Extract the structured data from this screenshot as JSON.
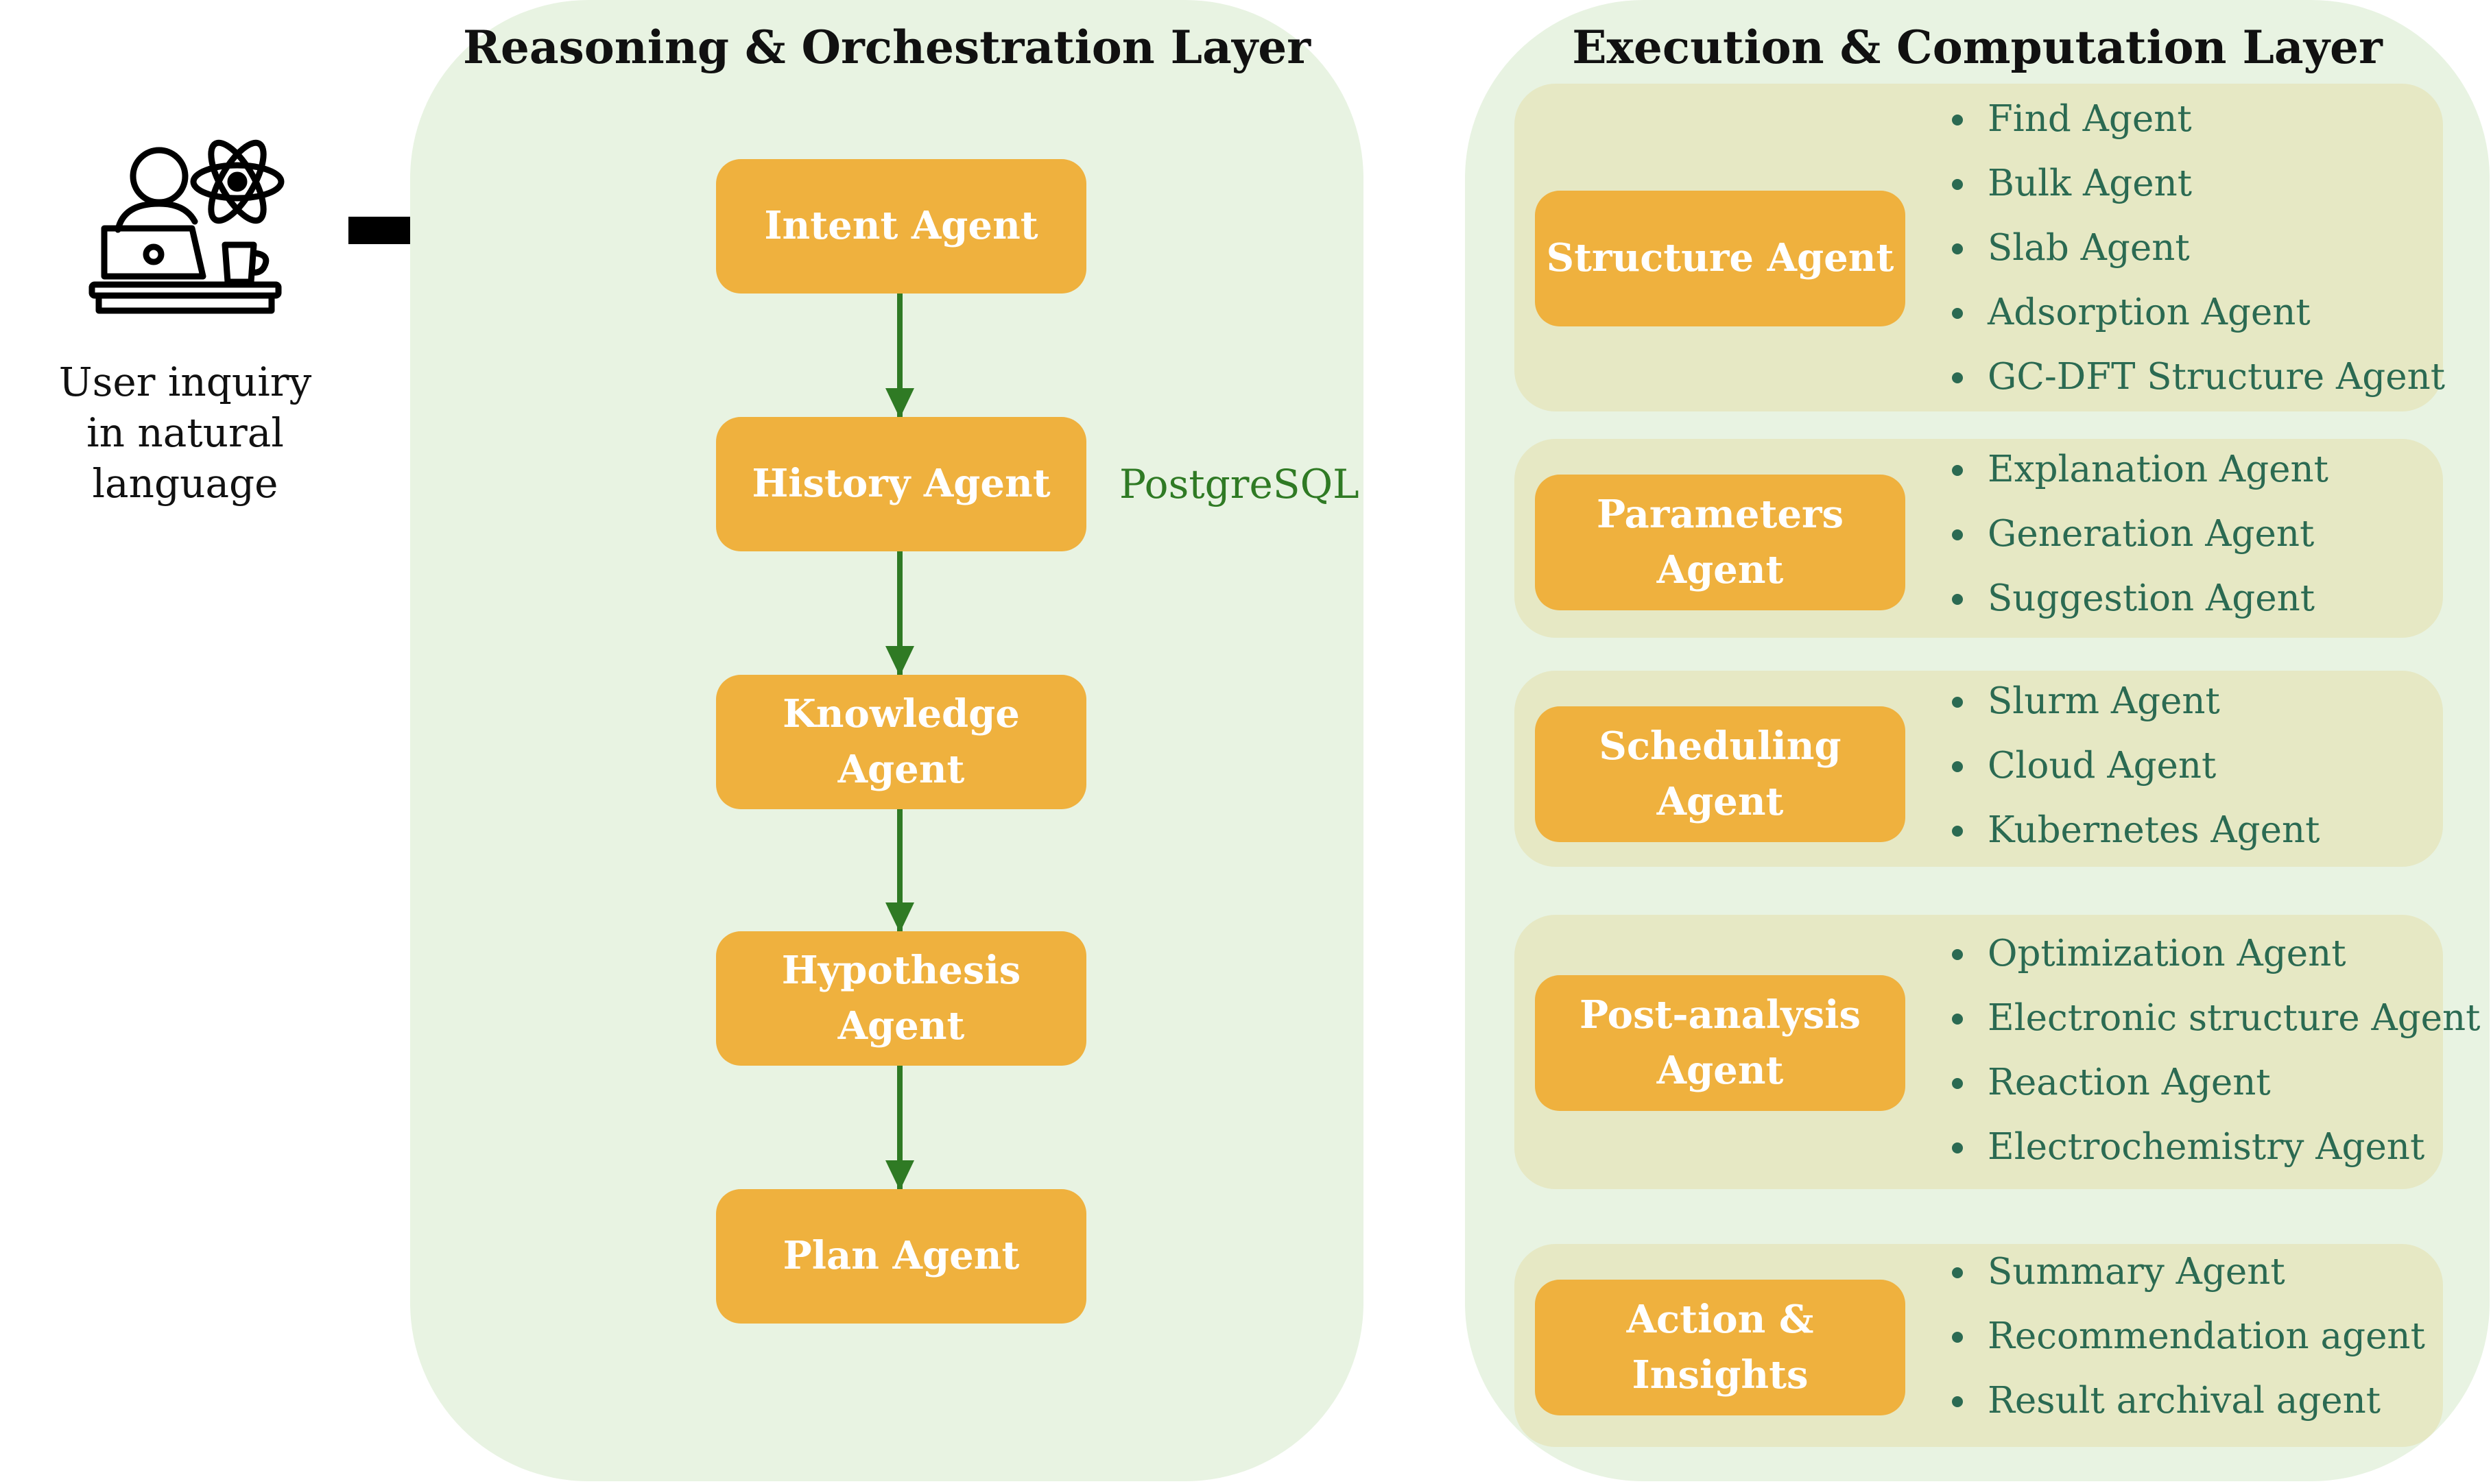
{
  "user": {
    "label_line1": "User inquiry",
    "label_line2": "in natural language",
    "icon": "user-at-laptop-with-atom-icon"
  },
  "reasoning_layer": {
    "title": "Reasoning & Orchestration Layer",
    "agents": [
      {
        "label": "Intent Agent"
      },
      {
        "label": "History Agent"
      },
      {
        "label": "Knowledge Agent"
      },
      {
        "label": "Hypothesis Agent"
      },
      {
        "label": "Plan Agent"
      }
    ],
    "database_label": "PostgreSQL"
  },
  "execution_layer": {
    "title": "Execution & Computation Layer",
    "groups": [
      {
        "label": "Structure Agent",
        "items": [
          "Find Agent",
          "Bulk Agent",
          "Slab Agent",
          "Adsorption Agent",
          "GC-DFT Structure Agent"
        ]
      },
      {
        "label": "Parameters Agent",
        "items": [
          "Explanation Agent",
          "Generation Agent",
          "Suggestion Agent"
        ]
      },
      {
        "label": "Scheduling Agent",
        "items": [
          "Slurm Agent",
          "Cloud Agent",
          "Kubernetes Agent"
        ]
      },
      {
        "label_line1": "Post-analysis",
        "label_line2": "Agent",
        "items": [
          "Optimization Agent",
          "Electronic structure Agent",
          "Reaction Agent",
          "Electrochemistry Agent"
        ]
      },
      {
        "label": "Action & Insights",
        "items": [
          "Summary Agent",
          "Recommendation agent",
          "Result archival agent"
        ]
      }
    ]
  },
  "colors": {
    "panel_bg": "#e8f3e2",
    "group_bg": "#e6e8c4",
    "agent_box": "#efb13e",
    "flow_arrow": "#2f7a24",
    "sub_agent_text": "#2b6a52",
    "input_arrow": "#000000"
  }
}
